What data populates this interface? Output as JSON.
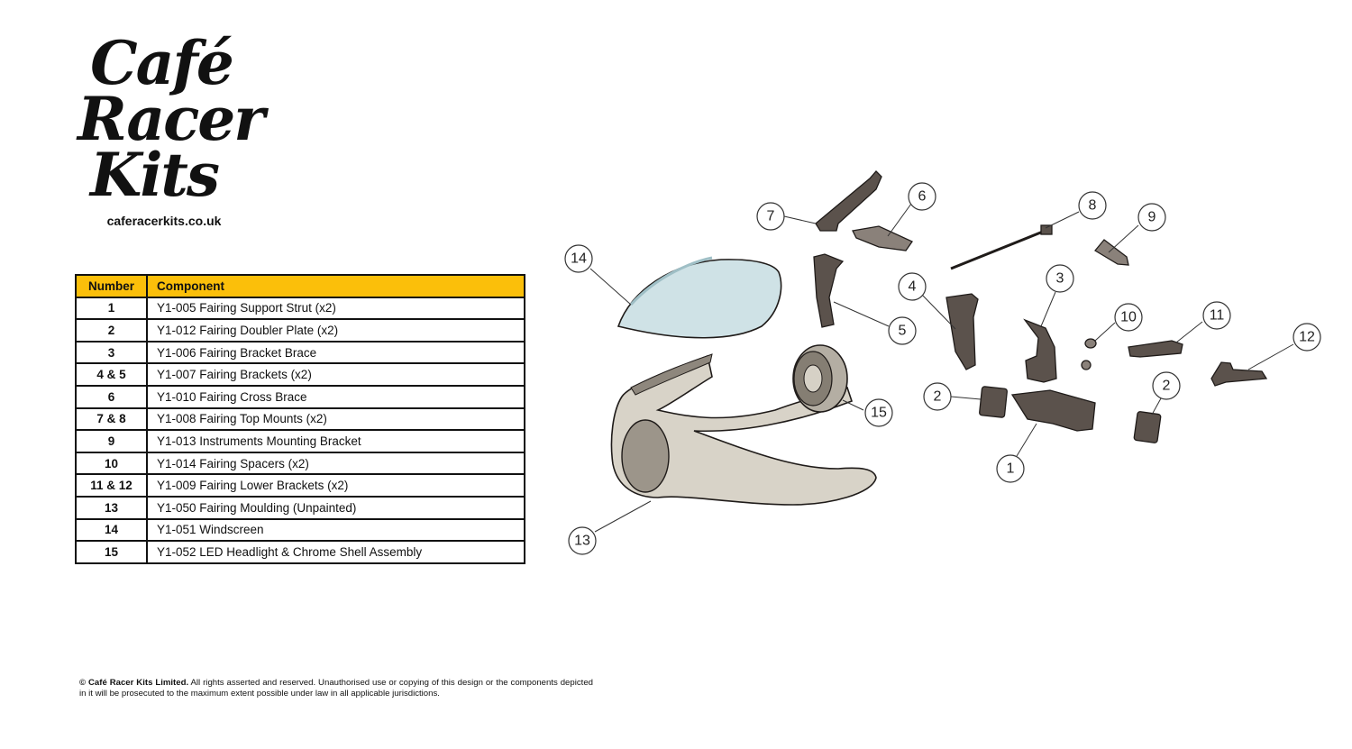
{
  "logo": {
    "line1": "Café",
    "line2": "Racer",
    "line3": "Kits"
  },
  "site_url": "caferacerkits.co.uk",
  "table": {
    "headers": {
      "number": "Number",
      "component": "Component"
    },
    "rows": [
      {
        "number": "1",
        "component": "Y1-005 Fairing Support Strut (x2)"
      },
      {
        "number": "2",
        "component": "Y1-012 Fairing Doubler Plate (x2)"
      },
      {
        "number": "3",
        "component": "Y1-006 Fairing Bracket Brace"
      },
      {
        "number": "4 & 5",
        "component": "Y1-007 Fairing Brackets (x2)"
      },
      {
        "number": "6",
        "component": "Y1-010 Fairing Cross Brace"
      },
      {
        "number": "7 & 8",
        "component": "Y1-008 Fairing Top Mounts (x2)"
      },
      {
        "number": "9",
        "component": "Y1-013 Instruments Mounting Bracket"
      },
      {
        "number": "10",
        "component": "Y1-014 Fairing Spacers (x2)"
      },
      {
        "number": "11 & 12",
        "component": "Y1-009 Fairing Lower Brackets (x2)"
      },
      {
        "number": "13",
        "component": "Y1-050 Fairing Moulding (Unpainted)"
      },
      {
        "number": "14",
        "component": "Y1-051 Windscreen"
      },
      {
        "number": "15",
        "component": "Y1-052 LED Headlight & Chrome Shell Assembly"
      }
    ]
  },
  "copyright": {
    "bold": "© Café Racer Kits Limited.",
    "text": "All rights asserted and reserved. Unauthorised use or copying of this design or the components depicted in it will be prosecuted to the maximum extent possible under law in all applicable jurisdictions."
  },
  "callouts": [
    "1",
    "2",
    "2",
    "3",
    "4",
    "5",
    "6",
    "7",
    "8",
    "9",
    "10",
    "11",
    "12",
    "13",
    "14",
    "15"
  ],
  "colors": {
    "table_header": "#fbbf0a",
    "metal": "#5b524c",
    "fairing": "#d8d3c8",
    "windscreen": "#cfe2e6"
  }
}
